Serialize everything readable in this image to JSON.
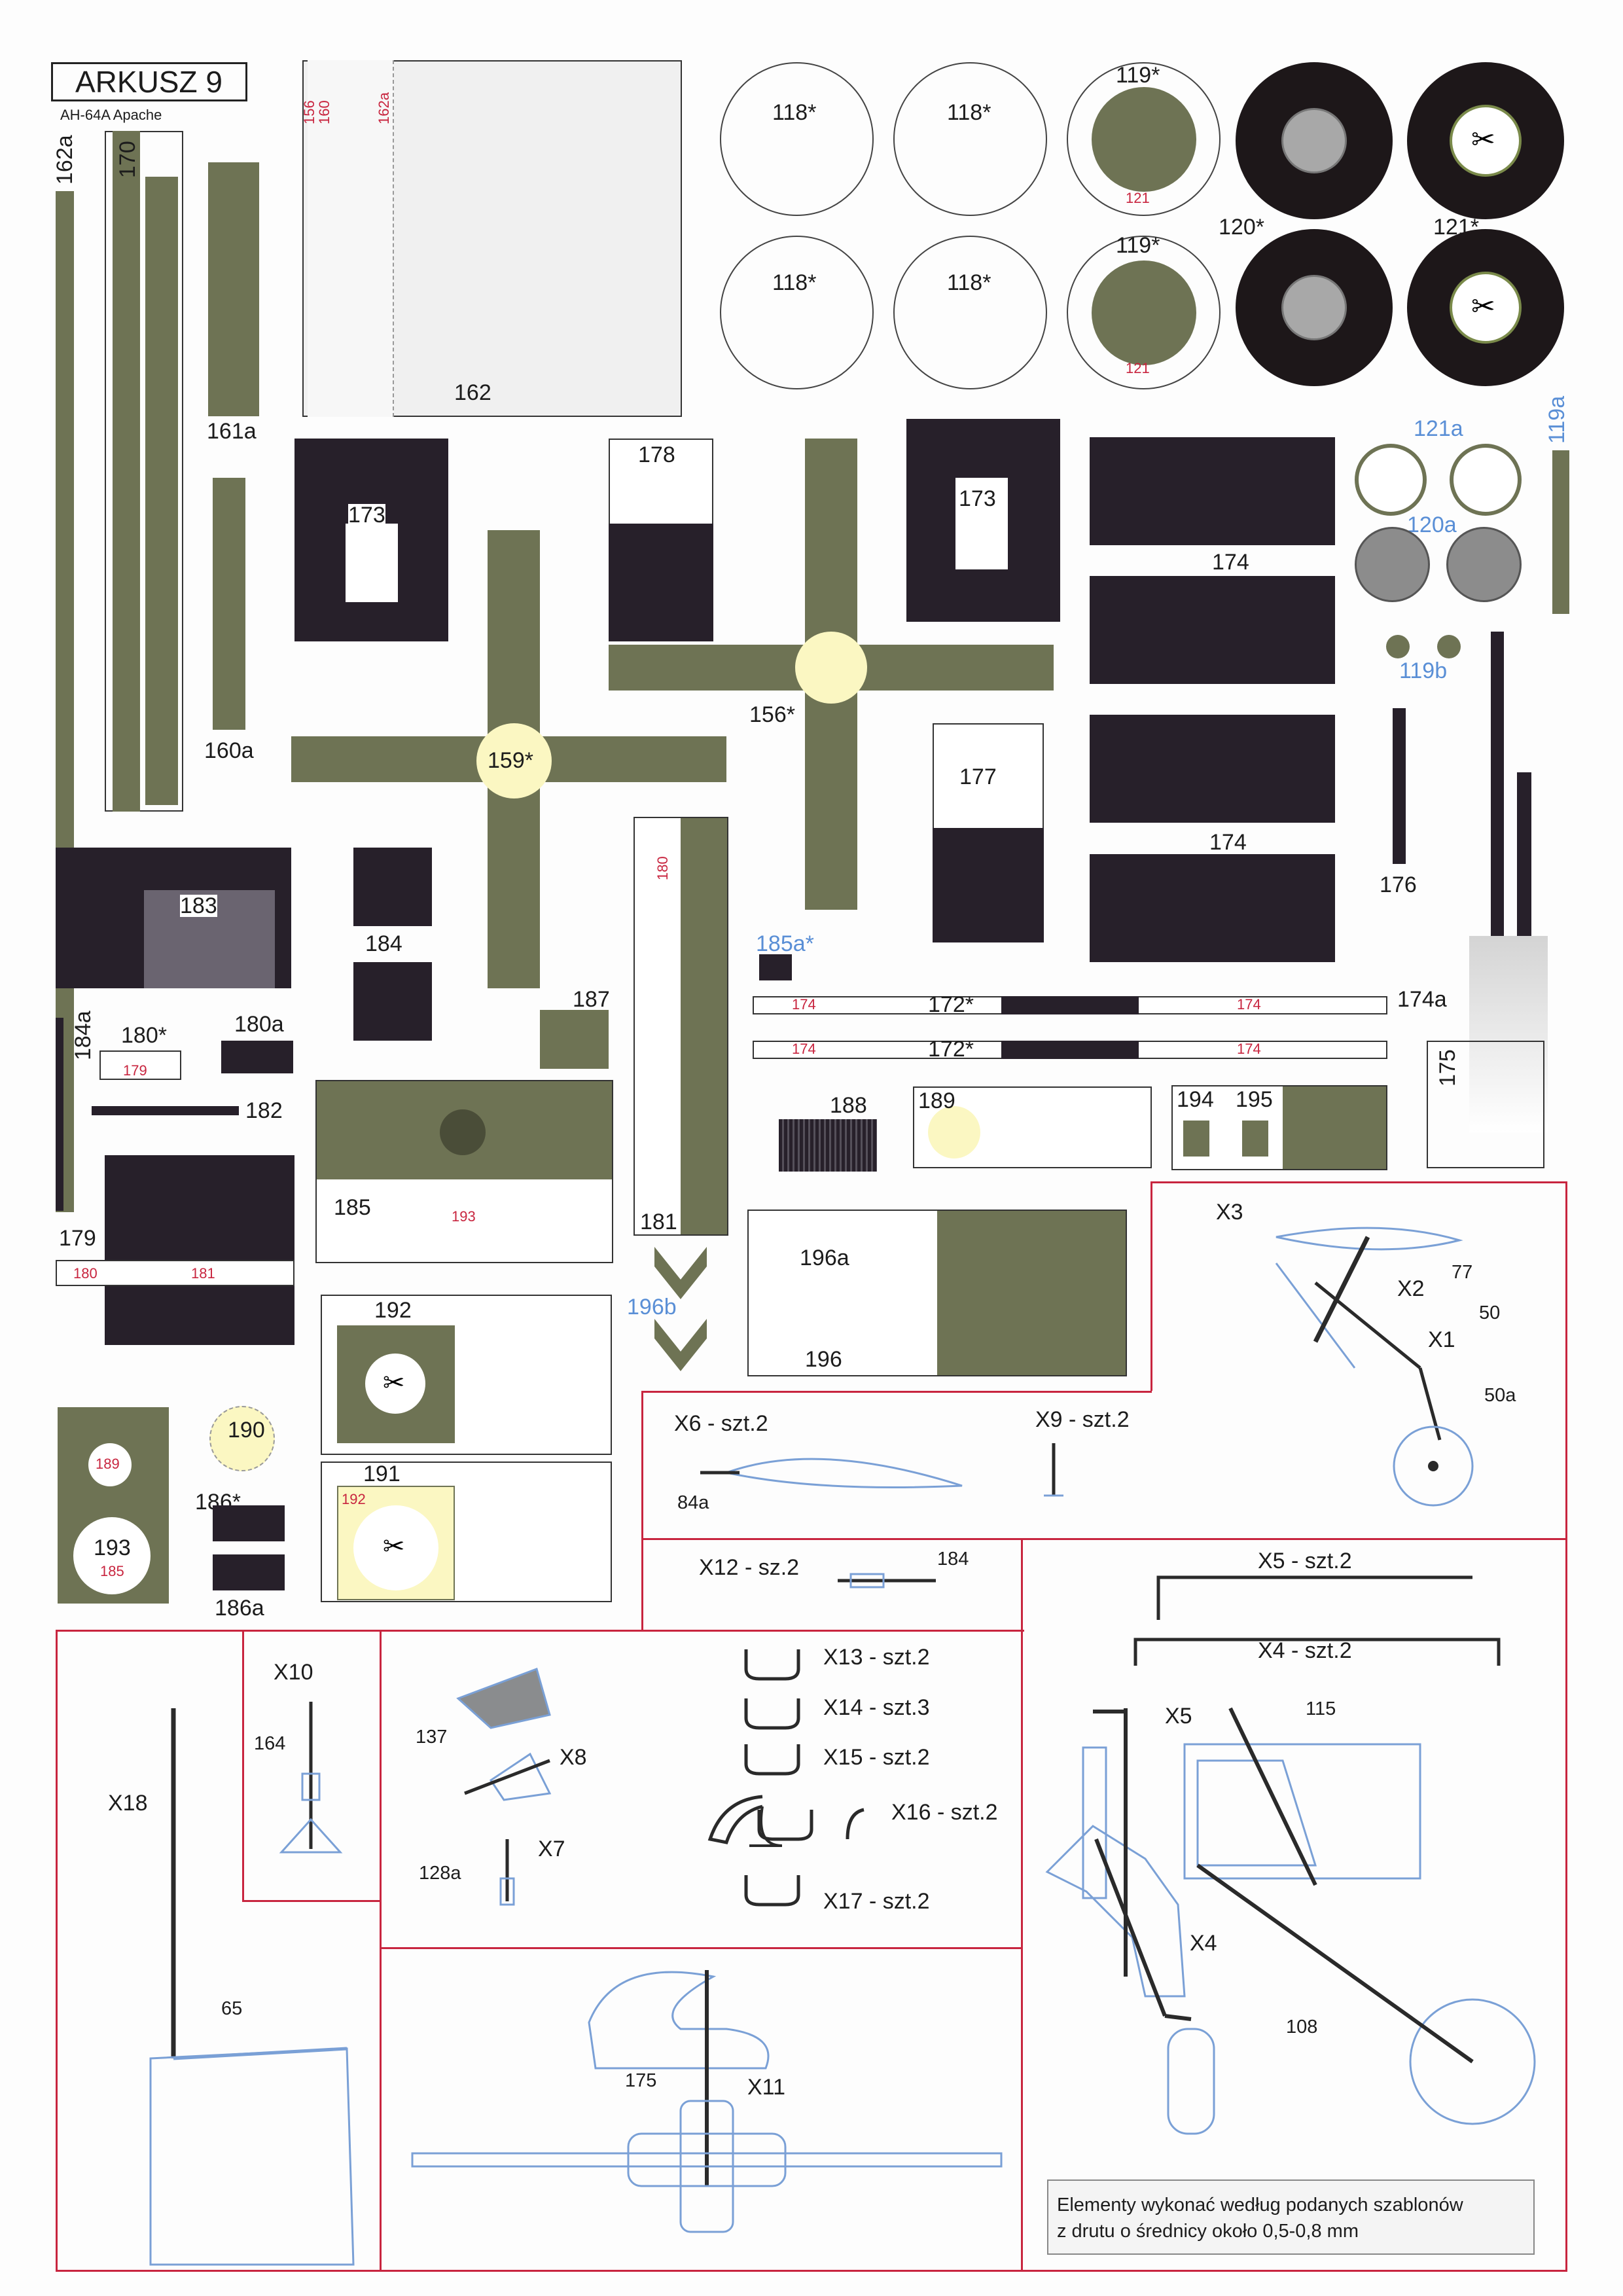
{
  "sheet": {
    "title": "ARKUSZ 9",
    "subtitle": "AH-64A  Apache"
  },
  "labels": {
    "p162a": "162a",
    "p170": "170",
    "p161a": "161a",
    "p160a": "160a",
    "p156": "156",
    "p160": "160",
    "p162a_r": "162a",
    "p162": "162",
    "p118": "118*",
    "p119": "119*",
    "p121r": "121",
    "p120": "120*",
    "p121": "121*",
    "p121a": "121a",
    "p120a": "120a",
    "p119a": "119a",
    "p119b": "119b",
    "p173": "173",
    "p178": "178",
    "p177": "177",
    "p174": "174",
    "p159": "159*",
    "p156s": "156*",
    "p183": "183",
    "p184": "184",
    "p187": "187",
    "p185a": "185a*",
    "p172": "172*",
    "p176": "176",
    "p174a": "174a",
    "p175": "175",
    "p184a": "184a",
    "p180s": "180*",
    "p180a": "180a",
    "p179r": "179",
    "p182": "182",
    "p179": "179",
    "p180r": "180",
    "p181r": "181",
    "p185": "185",
    "p193r": "193",
    "p181": "181",
    "p180v": "180",
    "p188": "188",
    "p189": "189",
    "p194": "194",
    "p195": "195",
    "p196a": "196a",
    "p196": "196",
    "p196b": "196b",
    "p192": "192",
    "p191": "191",
    "p192r": "192",
    "p190": "190",
    "p189r": "189",
    "p186s": "186*",
    "p186a": "186a",
    "p193": "193",
    "p185r": "185"
  },
  "wire": {
    "x3": "X3",
    "x2": "X2",
    "x1": "X1",
    "n77": "77",
    "n50": "50",
    "n50a": "50a",
    "x6": "X6 - szt.2",
    "x9": "X9 - szt.2",
    "n84a": "84a",
    "x12": "X12 - sz.2",
    "n184": "184",
    "x5top": "X5 - szt.2",
    "x4top": "X4 - szt.2",
    "x13": "X13 - szt.2",
    "x14": "X14 - szt.3",
    "x15": "X15 - szt.2",
    "x16": "X16 - szt.2",
    "x17": "X17 - szt.2",
    "x10": "X10",
    "n164": "164",
    "x18": "X18",
    "n65": "65",
    "n137": "137",
    "x8": "X8",
    "x7": "X7",
    "n128a": "128a",
    "x5": "X5",
    "n115": "115",
    "x4": "X4",
    "n108": "108",
    "x11": "X11",
    "n175": "175"
  },
  "note": {
    "line1": "Elementy wykonać według podanych szablonów",
    "line2": "z drutu o średnicy około 0,5-0,8 mm"
  },
  "colors": {
    "olive": "#6e7354",
    "dark": "#27202a",
    "red": "#c8253f",
    "blue": "#5a8fd6",
    "pale": "#fbf7c2"
  }
}
